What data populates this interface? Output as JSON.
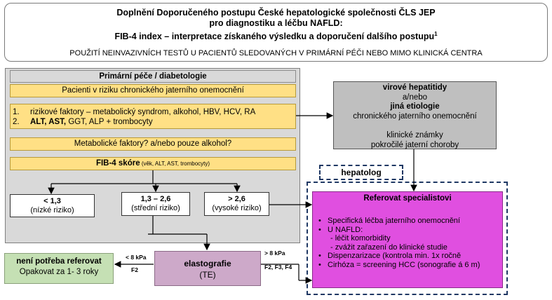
{
  "title": {
    "line1": "Doplnění Doporučeného postupu České hepatologické společnosti ČLS JEP",
    "line2": "pro diagnostiku a léčbu NAFLD:",
    "line3": "FIB-4 index – interpretace získaného výsledku a doporučení dalšího postupu",
    "line3_sup": "1",
    "subtitle": "POUŽITÍ NEINVAZIVNÍCH TESTŮ U PACIENTŮ SLEDOVANÝCH V PRIMÁRNÍ PÉČI NEBO MIMO KLINICKÁ CENTRA"
  },
  "primary": {
    "header": "Primární péče / diabetologie",
    "risk_patients": "Pacienti v riziku chronického jaterního onemocnění",
    "factors_1": "rizikové faktory – metabolický syndrom, alkohol, HBV, HCV, RA",
    "factors_2_bold": "ALT, AST,",
    "factors_2_rest": " GGT, ALP + trombocyty",
    "num1": "1.",
    "num2": "2.",
    "metabolic": "Metabolické faktory?  a/nebo   pouze alkohol?",
    "fib4_bold": "FIB-4  skóre",
    "fib4_small": " (věk, ALT, AST, trombocyty)"
  },
  "risk": {
    "low_value": "< 1,3",
    "low_label": "(nízké riziko)",
    "mid_value": "1,3 – 2,6",
    "mid_label": "(střední riziko)",
    "high_value": "> 2,6",
    "high_label": "(vysoké riziko)"
  },
  "viral": {
    "line1": "virové hepatitidy",
    "line2": "a/nebo",
    "line3": "jiná etiologie",
    "line4": "chronického jaterního onemocnění",
    "line5": "klinické známky",
    "line6": "pokročilé jaterní choroby"
  },
  "hepatolog": "hepatolog",
  "specialist": {
    "title": "Referovat specialistovi",
    "item1": "Specifická léčba jaterního onemocnění",
    "item2": "U NAFLD:",
    "item2a": "- léčit komorbidity",
    "item2b": "- zvážit zařazení do klinické studie",
    "item3": "Dispenzarizace (kontrola min. 1x ročně",
    "item4": "Cirhóza = screening HCC (sonografie á 6 m)"
  },
  "no_referral": {
    "title": "není potřeba referovat",
    "text": "Opakovat za 1- 3 roky"
  },
  "elastography": {
    "title": "elastografie",
    "sub": "(TE)"
  },
  "arrows": {
    "left_kpa": "< 8 kPa",
    "left_f": "F2",
    "right_kpa": "> 8 kPa",
    "right_f": "F2, F3, F4"
  }
}
